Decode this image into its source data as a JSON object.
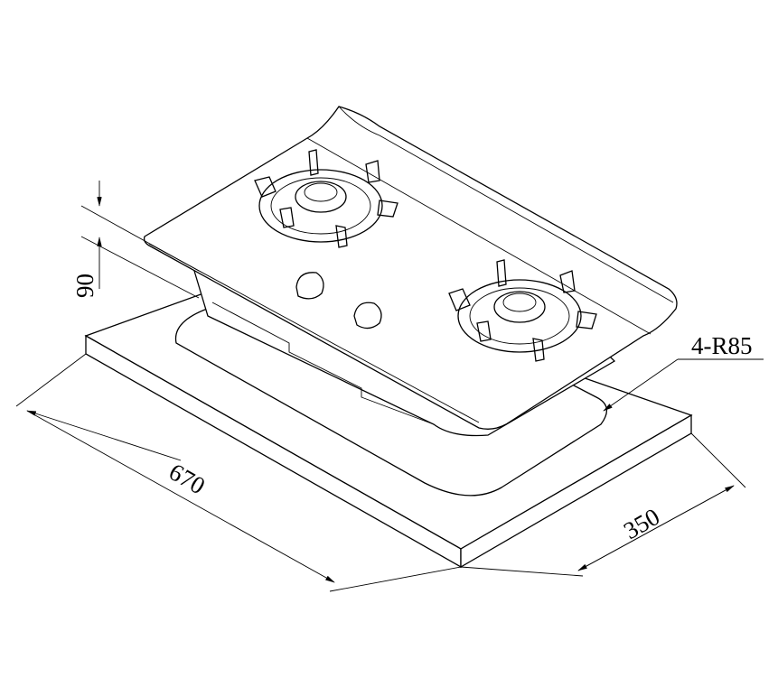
{
  "drawing": {
    "dimensions": {
      "height": "90",
      "width": "670",
      "depth": "350",
      "corner_radius": "4-R85"
    },
    "colors": {
      "line": "#000000",
      "background": "#ffffff"
    }
  }
}
